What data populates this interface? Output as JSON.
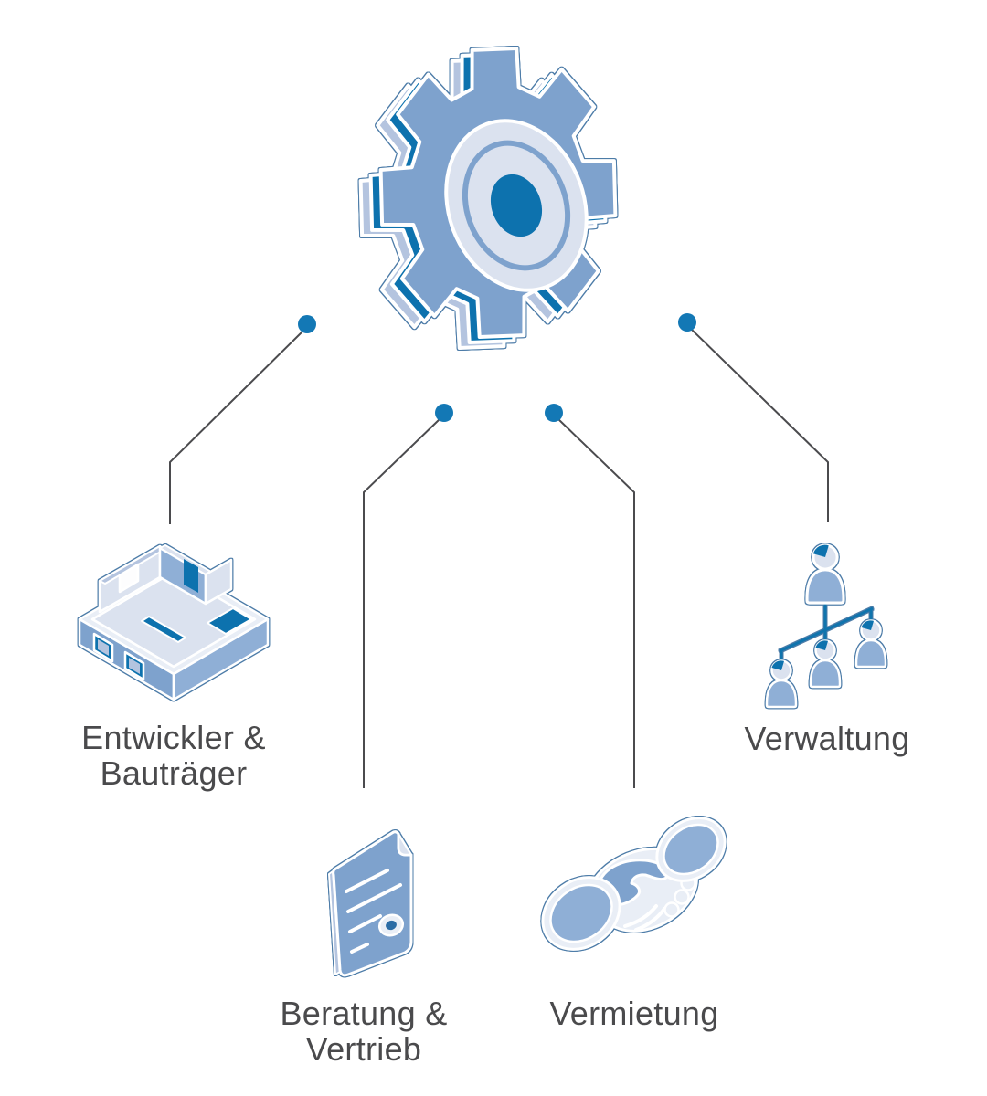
{
  "diagram_title": "",
  "palette": {
    "blue_dark": "#0d72ae",
    "blue_medium": "#7ea2cd",
    "blue_mid2": "#8fafd6",
    "blue_light": "#b4c4df",
    "blue_pale": "#dbe2ef",
    "blue_paler": "#e9eef6",
    "outline_blue": "#4d7ca8",
    "dot_blue": "#1378b5",
    "line_gray": "#4b4b4e",
    "text_gray": "#4a4a4c",
    "connector_blue": "#1074ad",
    "background": "#ffffff"
  },
  "hub": {
    "icon": "gear-icon"
  },
  "nodes": [
    {
      "id": "entwickler-bautraeger",
      "icon": "floorplan-icon",
      "label_lines": [
        "Entwickler &",
        "Bauträger"
      ]
    },
    {
      "id": "beratung-vertrieb",
      "icon": "contract-icon",
      "label_lines": [
        "Beratung &",
        "Vertrieb"
      ]
    },
    {
      "id": "vermietung",
      "icon": "handshake-icon",
      "label_lines": [
        "Vermietung"
      ]
    },
    {
      "id": "verwaltung",
      "icon": "org-chart-icon",
      "label_lines": [
        "Verwaltung"
      ]
    }
  ]
}
